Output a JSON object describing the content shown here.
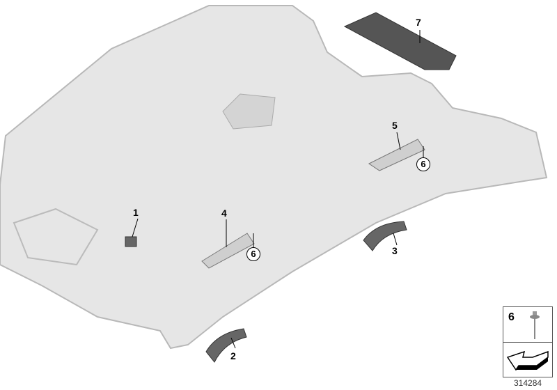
{
  "diagram": {
    "callouts": [
      "7",
      "5",
      "6",
      "1",
      "4",
      "6",
      "3",
      "2"
    ],
    "legend": {
      "number": "6",
      "rivet-icon": "rivet",
      "arrow-icon": "direction-arrow"
    },
    "part_number": "314284",
    "colors": {
      "headliner": "#e6e6e6",
      "outline": "#b8b8b8",
      "parts": "#555555"
    }
  }
}
